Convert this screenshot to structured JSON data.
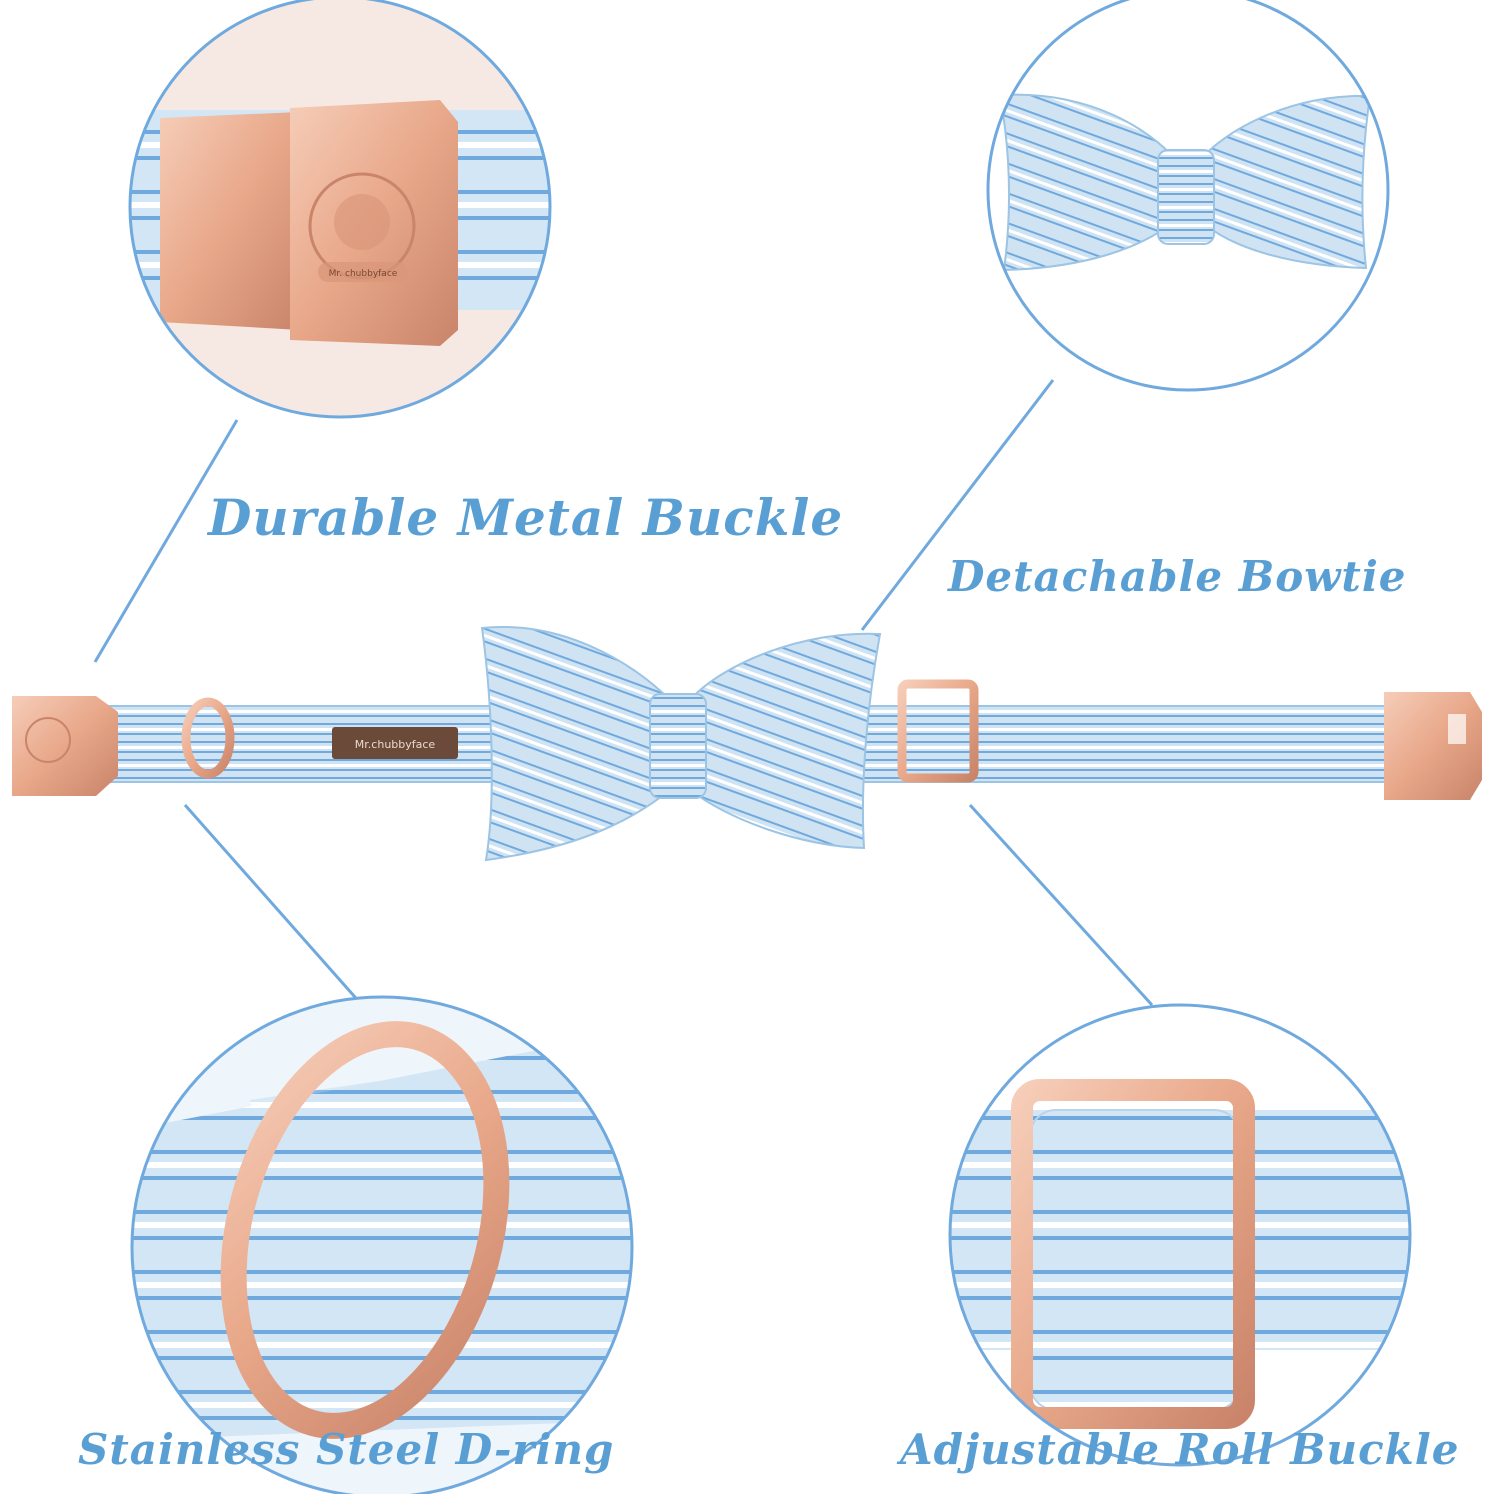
{
  "labels": {
    "buckle": "Durable Metal Buckle",
    "bowtie": "Detachable Bowtie",
    "dring": "Stainless Steel D-ring",
    "roll": "Adjustable Roll Buckle"
  },
  "brand": {
    "tag_text": "Mr.chubbyface",
    "buckle_text": "Mr. chubbyface"
  },
  "colors": {
    "accent_blue": "#5a9fd4",
    "fabric_blue": "#cfe3f3",
    "stripe_blue": "#6fa9de",
    "rose_gold": "#e8a789"
  }
}
